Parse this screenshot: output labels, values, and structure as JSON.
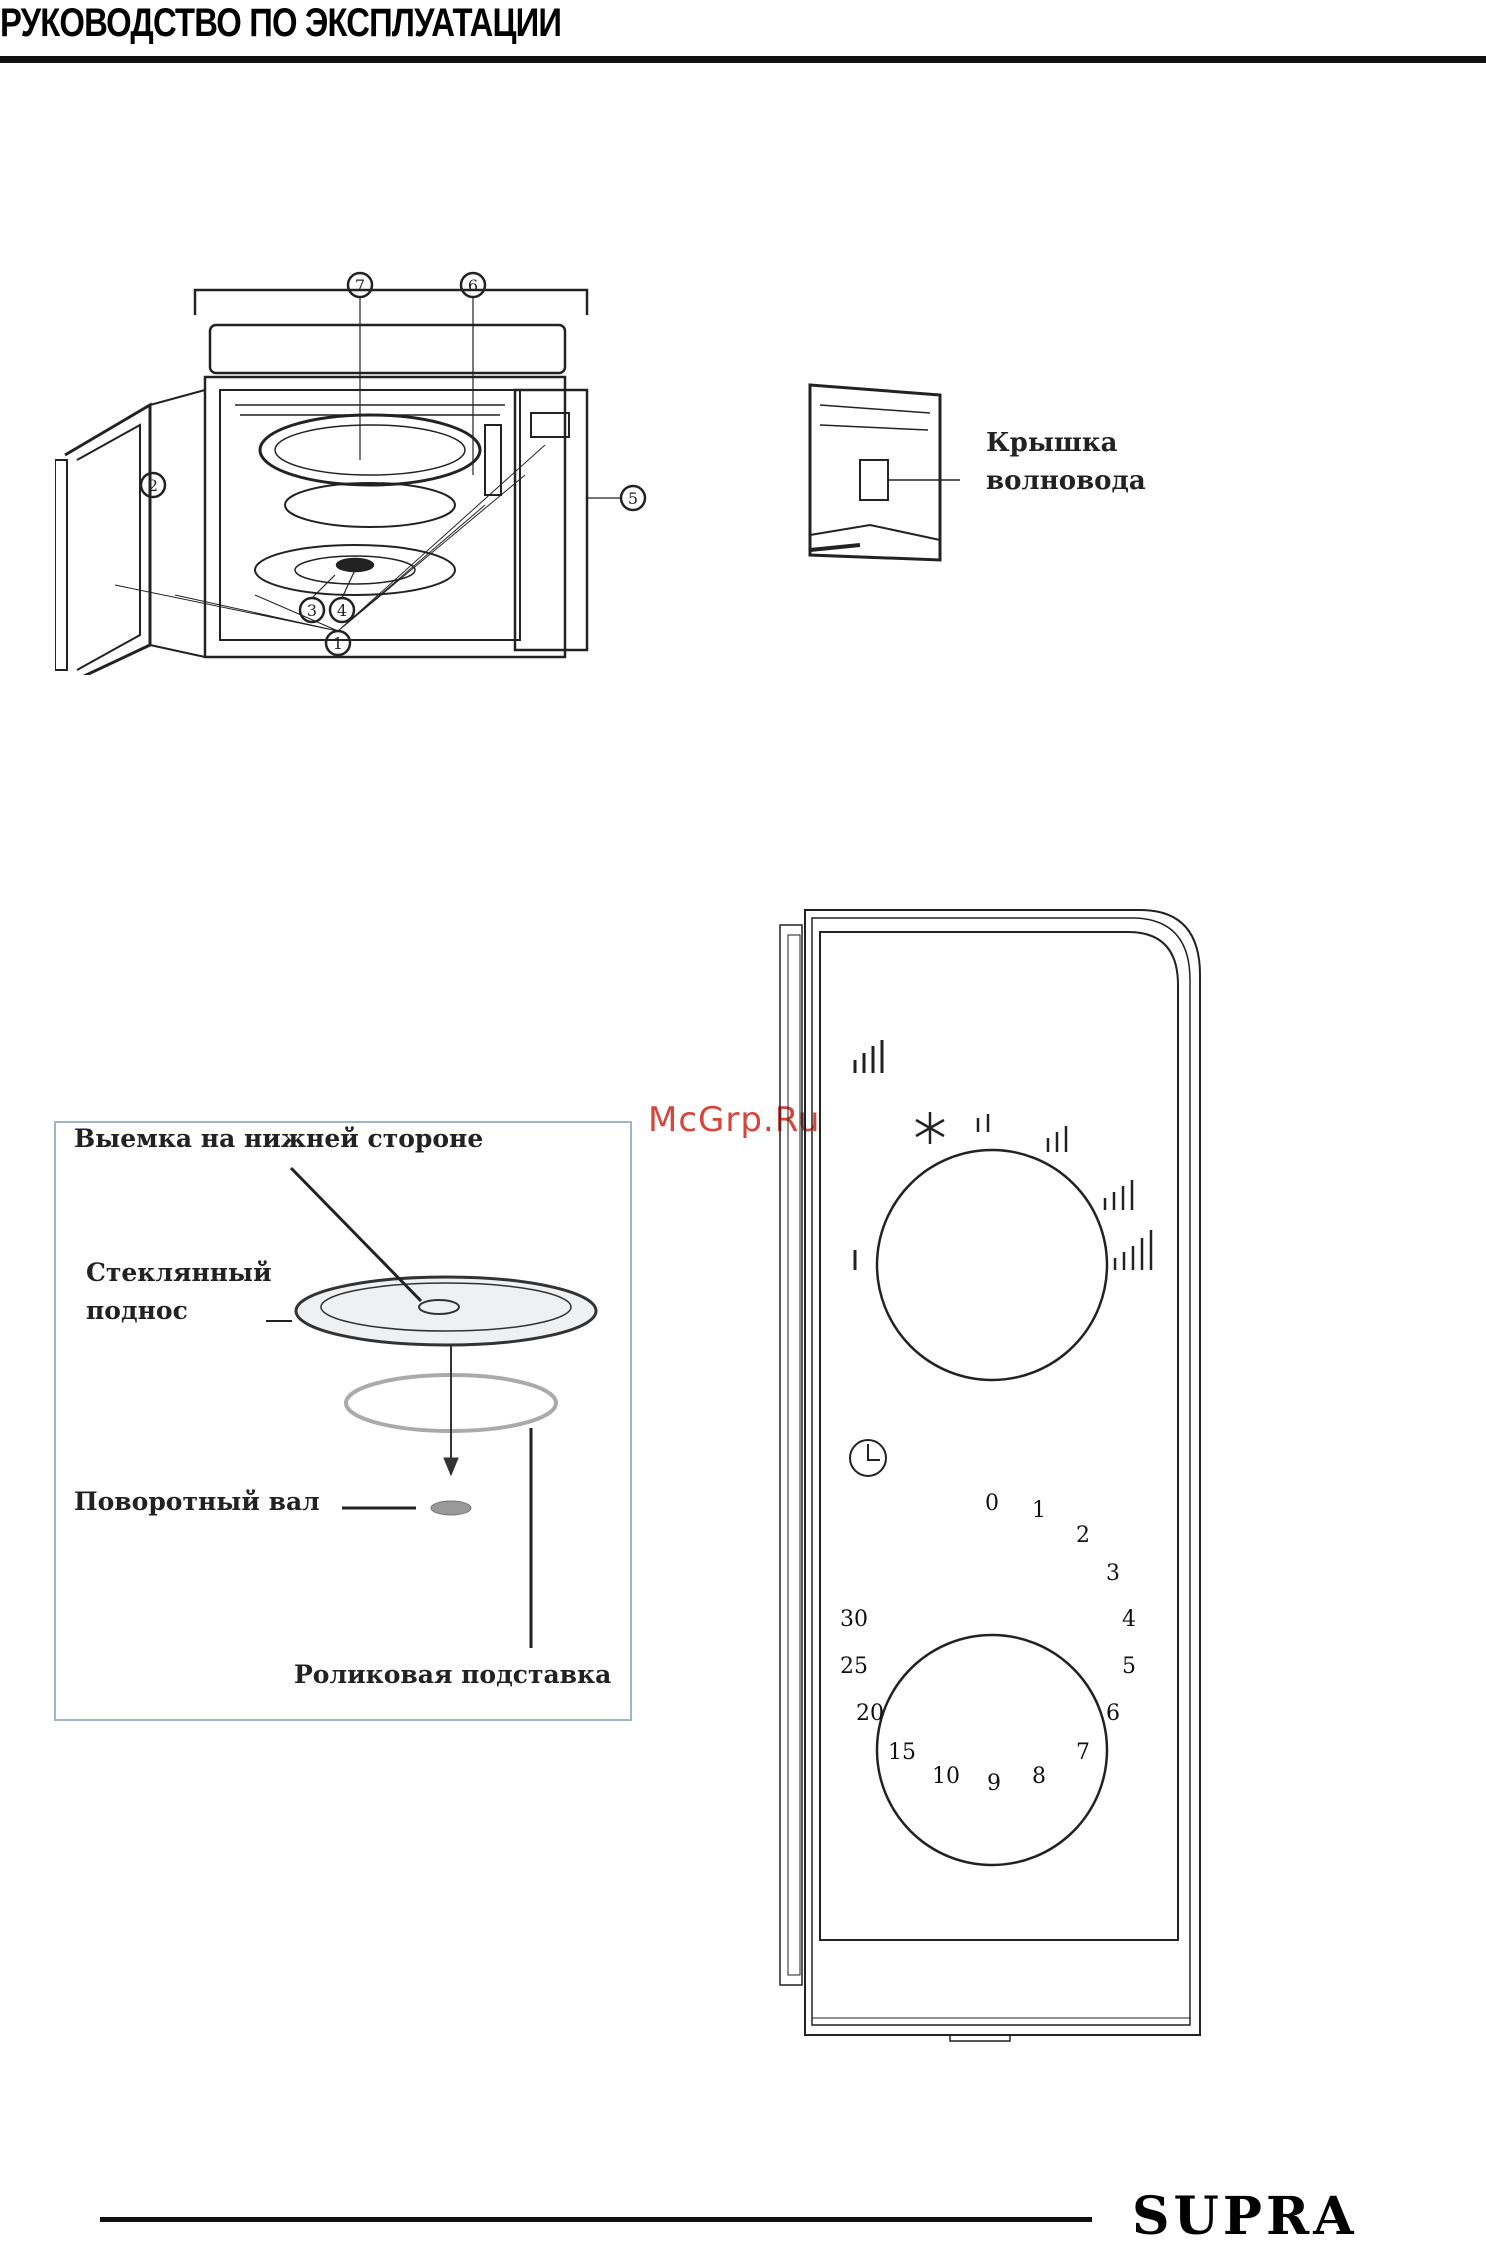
{
  "header": {
    "title": "РУКОВОДСТВО ПО ЭКСПЛУАТАЦИИ"
  },
  "figure_oven": {
    "callouts": [
      "7",
      "6",
      "2",
      "5",
      "3",
      "4",
      "1"
    ]
  },
  "figure_waveguide": {
    "label_line1": "Крышка",
    "label_line2": "волновода"
  },
  "figure_turntable": {
    "recess_label": "Выемка на нижней стороне",
    "glass_tray_line1": "Стеклянный",
    "glass_tray_line2": "поднос",
    "shaft_label": "Поворотный вал",
    "roller_label": "Роликовая подставка"
  },
  "watermark": "McGrp.Ru",
  "figure_panel": {
    "timer_marks": [
      "0",
      "1",
      "2",
      "3",
      "4",
      "5",
      "6",
      "7",
      "8",
      "9",
      "10",
      "15",
      "20",
      "25",
      "30"
    ]
  },
  "footer": {
    "brand": "SUPRA"
  },
  "colors": {
    "frame_border": "#9fb3cf",
    "watermark": "#d9443a"
  }
}
